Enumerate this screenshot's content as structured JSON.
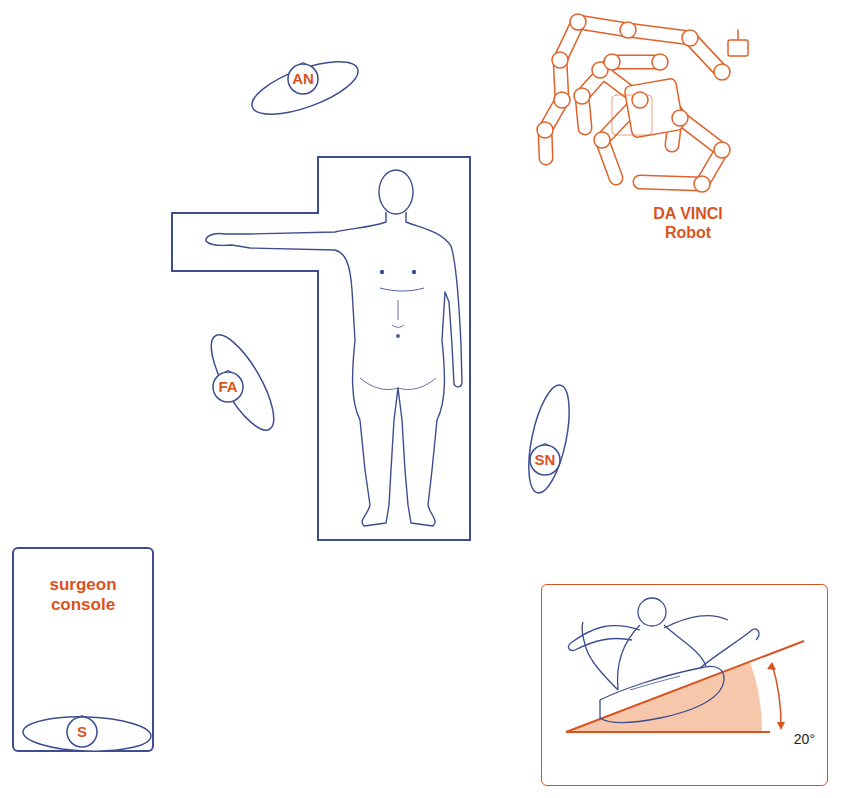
{
  "diagram": {
    "nodes": [
      {
        "text": [
          "AN"
        ]
      },
      {
        "text": [
          "FA"
        ]
      },
      {
        "text": [
          "SN"
        ]
      },
      {
        "text": [
          "surgeon console"
        ]
      },
      {
        "text": [
          "S"
        ],
        "in": 3
      },
      {
        "text": [
          "20°"
        ]
      }
    ],
    "labels": [
      "DA VINCI Robot"
    ]
  }
}
